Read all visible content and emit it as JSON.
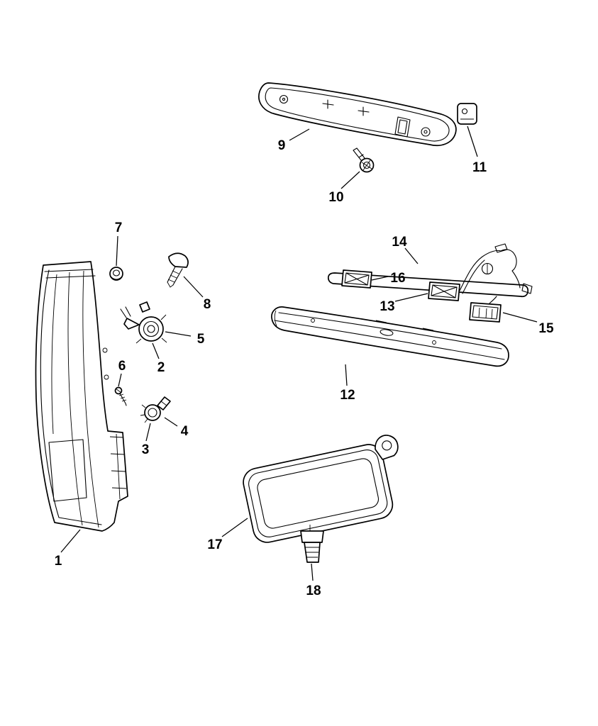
{
  "diagram": {
    "type": "exploded-parts-diagram",
    "subject": "rear lamp assembly parts illustration",
    "background_color": "#ffffff",
    "line_color": "#000000",
    "callouts": [
      {
        "text": "1"
      },
      {
        "text": "2"
      },
      {
        "text": "3"
      },
      {
        "text": "4"
      },
      {
        "text": "5"
      },
      {
        "text": "6"
      },
      {
        "text": "7"
      },
      {
        "text": "8"
      },
      {
        "text": "9"
      },
      {
        "text": "10"
      },
      {
        "text": "11"
      },
      {
        "text": "12"
      },
      {
        "text": "13"
      },
      {
        "text": "14"
      },
      {
        "text": "15"
      },
      {
        "text": "16"
      },
      {
        "text": "17"
      },
      {
        "text": "18"
      }
    ]
  }
}
